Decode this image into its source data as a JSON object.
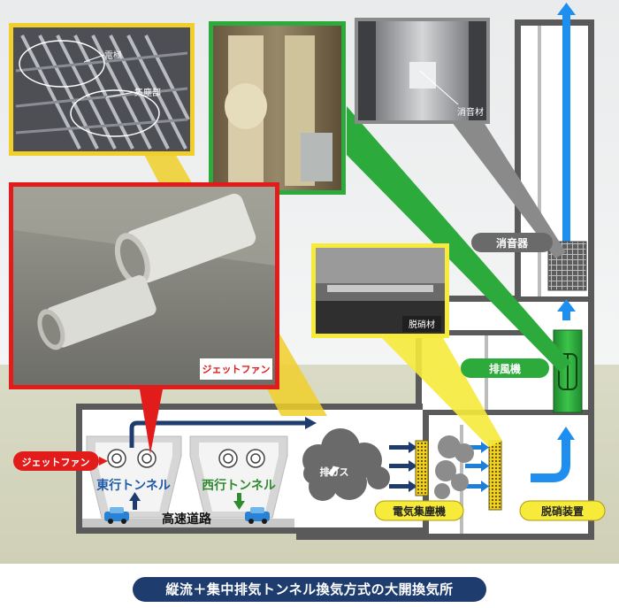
{
  "diagram": {
    "photos": {
      "electrode_label": "電極",
      "dust_collector_label": "集塵部",
      "sound_absorber_label": "消音材",
      "denitration_material_label": "脱硝材",
      "jet_fan_photo_label": "ジェットファン"
    },
    "equipment": {
      "silencer": "消音器",
      "exhaust_fan": "排風機",
      "electrostatic_precipitator": "電気集塵機",
      "denitration_device": "脱硝装置",
      "jet_fan": "ジェットファン"
    },
    "tunnel": {
      "eastbound": "東行トンネル",
      "westbound": "西行トンネル",
      "expressway": "高速道路",
      "exhaust_gas": "排ガス"
    },
    "caption": "縦流＋集中排気トンネル換気方式の大開換気所"
  }
}
